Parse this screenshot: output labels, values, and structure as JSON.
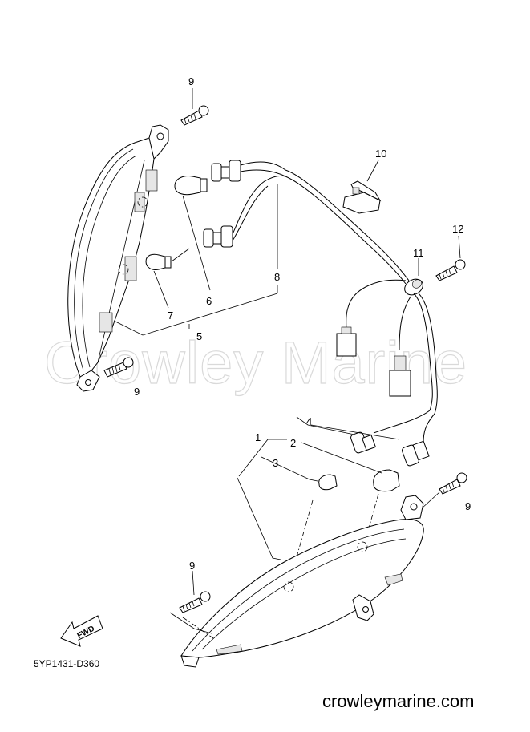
{
  "watermark": "Crowley Marine",
  "document_code": "5YP1431-D360",
  "footer_url": "crowleymarine.com",
  "fwd_label": "FWD",
  "callouts": {
    "c1": "1",
    "c2": "2",
    "c3": "3",
    "c4": "4",
    "c5": "5",
    "c6": "6",
    "c7": "7",
    "c8": "8",
    "c9a": "9",
    "c9b": "9",
    "c9c": "9",
    "c9d": "9",
    "c10": "10",
    "c11": "11",
    "c12": "12"
  }
}
